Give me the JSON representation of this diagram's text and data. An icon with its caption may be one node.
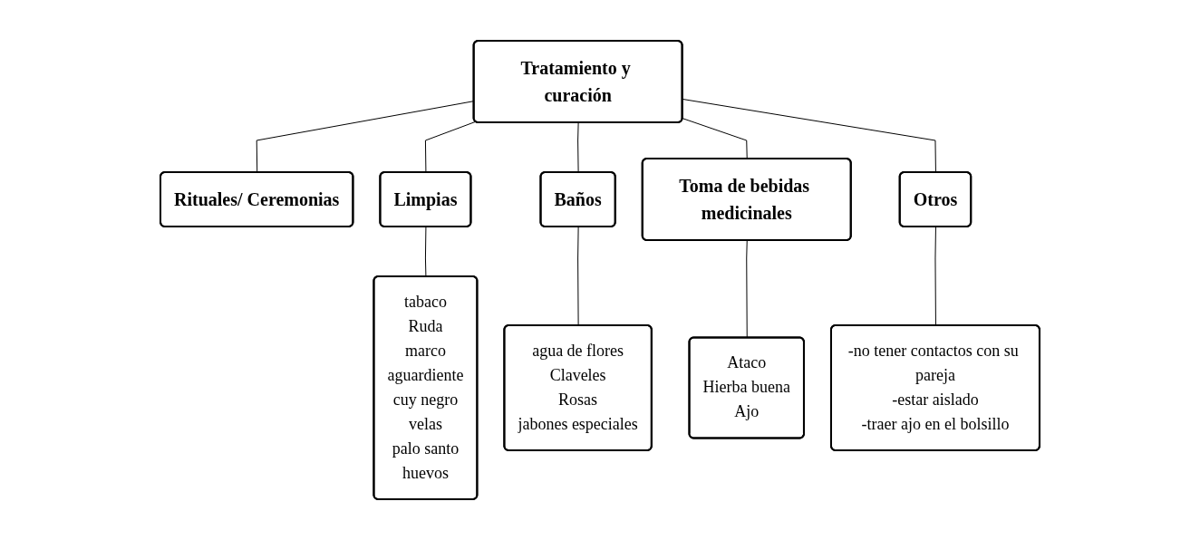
{
  "diagram": {
    "nodes": [
      {
        "text": [
          "Tratamiento y curación"
        ]
      },
      {
        "text": [
          "Rituales/ Ceremonias"
        ]
      },
      {
        "text": [
          "Limpias"
        ]
      },
      {
        "text": [
          "Baños"
        ]
      },
      {
        "text": [
          "Toma de bebidas medicinales"
        ]
      },
      {
        "text": [
          "Otros"
        ]
      },
      {
        "text": [
          "tabaco",
          "Ruda",
          "marco",
          "aguardiente",
          "cuy negro",
          "velas",
          "palo santo",
          "huevos"
        ]
      },
      {
        "text": [
          "agua de flores",
          "Claveles",
          "Rosas",
          "jabones especiales"
        ]
      },
      {
        "text": [
          "Ataco",
          "Hierba buena",
          "Ajo"
        ]
      },
      {
        "text": [
          "-no tener contactos con su pareja",
          "-estar aislado",
          "-traer ajo en el bolsillo"
        ]
      }
    ],
    "edges": [
      {
        "from": 0,
        "to": 1,
        "arrow": "none"
      },
      {
        "from": 0,
        "to": 2,
        "arrow": "none"
      },
      {
        "from": 0,
        "to": 3,
        "arrow": "none"
      },
      {
        "from": 0,
        "to": 4,
        "arrow": "none"
      },
      {
        "from": 0,
        "to": 5,
        "arrow": "none"
      },
      {
        "from": 2,
        "to": 6,
        "arrow": "none"
      },
      {
        "from": 3,
        "to": 7,
        "arrow": "none"
      },
      {
        "from": 4,
        "to": 8,
        "arrow": "none"
      },
      {
        "from": 5,
        "to": 9,
        "arrow": "none"
      }
    ]
  }
}
